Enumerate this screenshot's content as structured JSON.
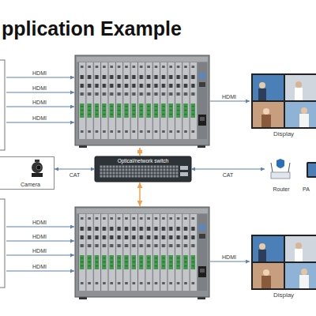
{
  "diagram": {
    "title": "pplication Example",
    "nodes": [
      {
        "text": [
          "Display"
        ]
      },
      {
        "text": [
          "Camera"
        ]
      },
      {
        "text": [
          "Optical/network switch"
        ]
      },
      {
        "text": [
          "Router"
        ]
      },
      {
        "text": [
          "PA"
        ]
      },
      {
        "text": [
          "Display"
        ]
      }
    ],
    "edges": [
      {
        "from": 2,
        "to": 1,
        "label": "CAT",
        "arrow": "both"
      },
      {
        "from": 2,
        "to": 3,
        "label": "CAT",
        "arrow": "both"
      }
    ],
    "labels": [
      "HDMI",
      "HDMI",
      "HDMI",
      "HDMI",
      "HDMI",
      "HDMI",
      "HDMI",
      "HDMI",
      "HDMI",
      "HDMI"
    ]
  }
}
